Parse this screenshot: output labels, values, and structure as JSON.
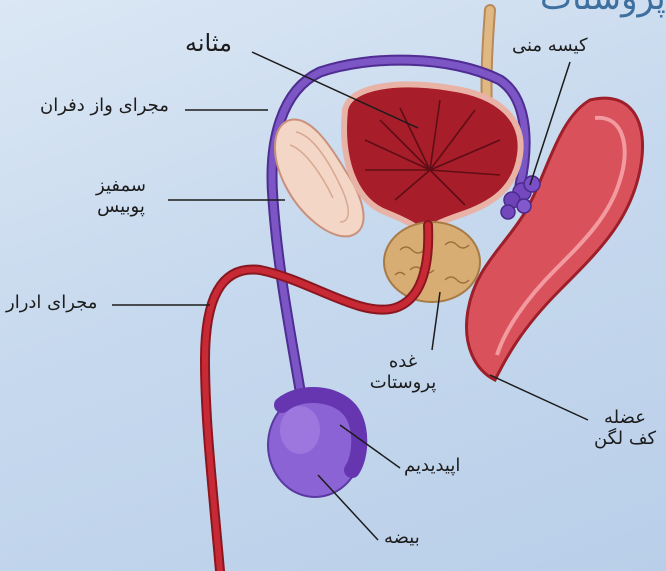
{
  "title_fragment": "پروستات",
  "labels": {
    "bladder": "مثانه",
    "seminal_vesicle": "کیسه منی",
    "vas_deferens": "مجرای واز دفران",
    "pubic_bone_line1": "سمفیز",
    "pubic_bone_line2": "پوبیس",
    "urethra": "مجرای ادرار",
    "prostate_line1": "غده",
    "prostate_line2": "پروستات",
    "pelvic_floor_line1": "عضله",
    "pelvic_floor_line2": "کف لگن",
    "epididymis": "اپیدیدیم",
    "testis": "بیضه"
  },
  "colors": {
    "background": "#c7d9ee",
    "urethra": "#b8202a",
    "vas_deferens": "#6a47b5",
    "bladder": "#a81c28",
    "prostate": "#d6ac74",
    "testis": "#8a62d4",
    "rectum": "#d8505a",
    "bone": "#f2d2c2",
    "ureter": "#d9b27c"
  }
}
